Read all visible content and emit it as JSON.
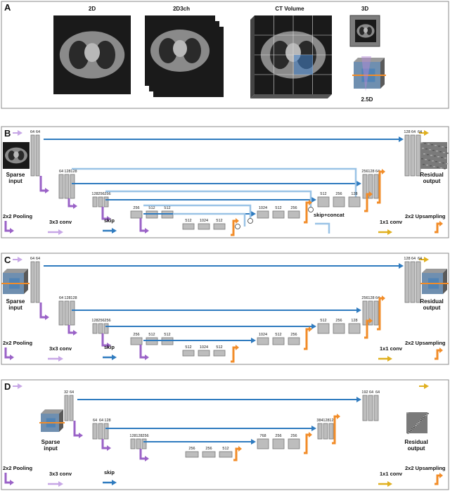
{
  "panels": {
    "A": {
      "letter": "A",
      "labels": {
        "d2": "2D",
        "d2d3ch": "2D3ch",
        "ct": "CT Volume",
        "d3": "3D",
        "d25": "2.5D"
      }
    },
    "B": {
      "letter": "B",
      "enc": [
        "64",
        "64",
        "64",
        "128",
        "128",
        "128",
        "256",
        "256",
        "256",
        "512",
        "512",
        "512",
        "1024",
        "512"
      ],
      "dec": [
        "128",
        "64",
        "64",
        "256",
        "128",
        "64",
        "512",
        "256",
        "128",
        "1024",
        "512",
        "256"
      ],
      "input": "Sparse\ninput",
      "output": "Residual\noutput",
      "legend": {
        "pool": "2x2 Pooling",
        "conv": "3x3 conv",
        "skip": "skip",
        "skipconcat": "skip+concat",
        "conv1": "1x1 conv",
        "upsamp": "2x2 Upsampling"
      }
    },
    "C": {
      "letter": "C",
      "enc": [
        "64",
        "64",
        "64",
        "128",
        "128",
        "128",
        "256",
        "256",
        "256",
        "512",
        "512",
        "512",
        "1024",
        "512"
      ],
      "dec": [
        "128",
        "64",
        "64",
        "256",
        "128",
        "64",
        "512",
        "256",
        "128",
        "1024",
        "512",
        "256"
      ],
      "input": "Sparse\ninput",
      "output": "Residual\noutput",
      "legend": {
        "pool": "2x2 Pooling",
        "conv": "3x3 conv",
        "skip": "skip",
        "conv1": "1x1 conv",
        "upsamp": "2x2 Upsampling"
      }
    },
    "D": {
      "letter": "D",
      "enc": [
        "32",
        "64",
        "64",
        "64",
        "128",
        "128",
        "128",
        "256",
        "256",
        "256",
        "512"
      ],
      "dec": [
        "192",
        "64",
        "64",
        "384",
        "128",
        "128",
        "768",
        "256",
        "256"
      ],
      "input": "Sparse\ninput",
      "output": "Residual\noutput",
      "legend": {
        "pool": "2x2 Pooling",
        "conv": "3x3 conv",
        "skip": "skip",
        "conv1": "1x1 conv",
        "upsamp": "2x2 Upsampling"
      }
    }
  },
  "colors": {
    "skip": "#2f7bbf",
    "skipconcat": "#9ac3e6",
    "pool": "#9a62c7",
    "conv": "#c7a7e6",
    "upsamp": "#f28c28",
    "conv1": "#e0b020",
    "block": "#bdbdbd",
    "border": "#777777"
  }
}
